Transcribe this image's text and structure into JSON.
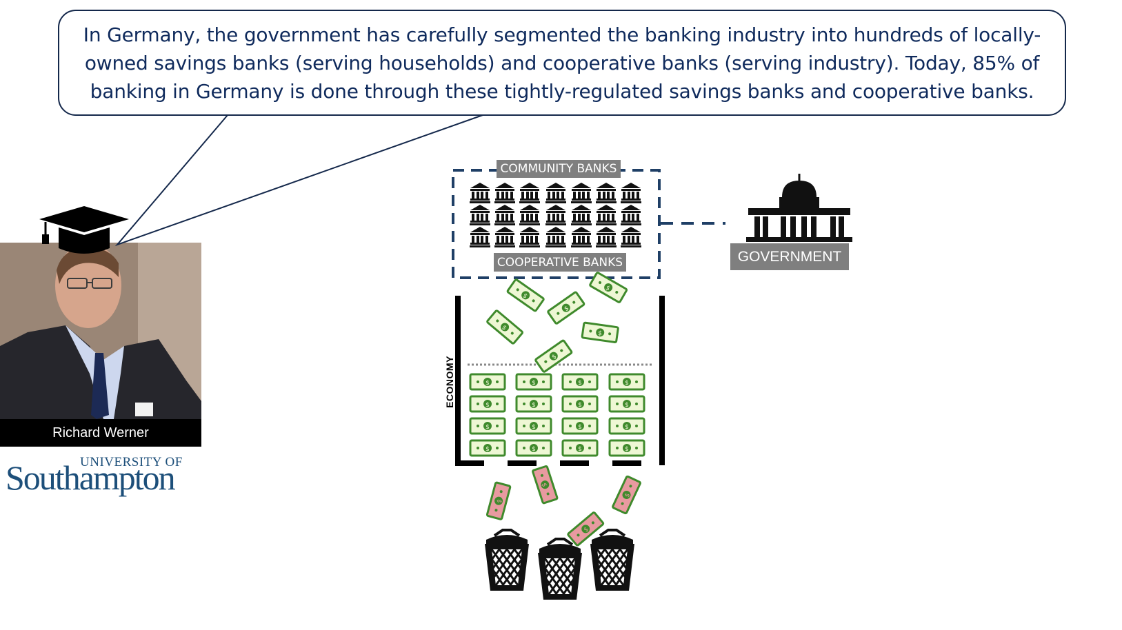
{
  "speech_bubble": {
    "text": "In Germany, the government has carefully segmented the banking industry into hundreds of locally-owned savings banks (serving households) and cooperative banks (serving industry). Today, 85% of banking in Germany is done through these tightly-regulated savings banks and cooperative banks."
  },
  "speaker": {
    "name": "Richard Werner",
    "affiliation_small": "UNIVERSITY OF",
    "affiliation_large": "Southampton"
  },
  "diagram": {
    "community_banks_label": "COMMUNITY BANKS",
    "cooperative_banks_label": "COOPERATIVE BANKS",
    "economy_label": "ECONOMY",
    "government_label": "GOVERNMENT",
    "bank_icon_grid": {
      "rows": 3,
      "cols": 7
    },
    "money_stack_grid": {
      "rows": 4,
      "cols": 4
    }
  },
  "colors": {
    "bubble_text": "#0f2a5c",
    "bubble_border": "#14284b",
    "dashed_box": "#1f3f66",
    "label_gray": "#7f7f7f",
    "green_bill_border": "#3f8a2c",
    "green_bill_fill": "#eef7d4",
    "red_bill_fill": "#e89aa0",
    "university_blue": "#1d4f7a"
  }
}
